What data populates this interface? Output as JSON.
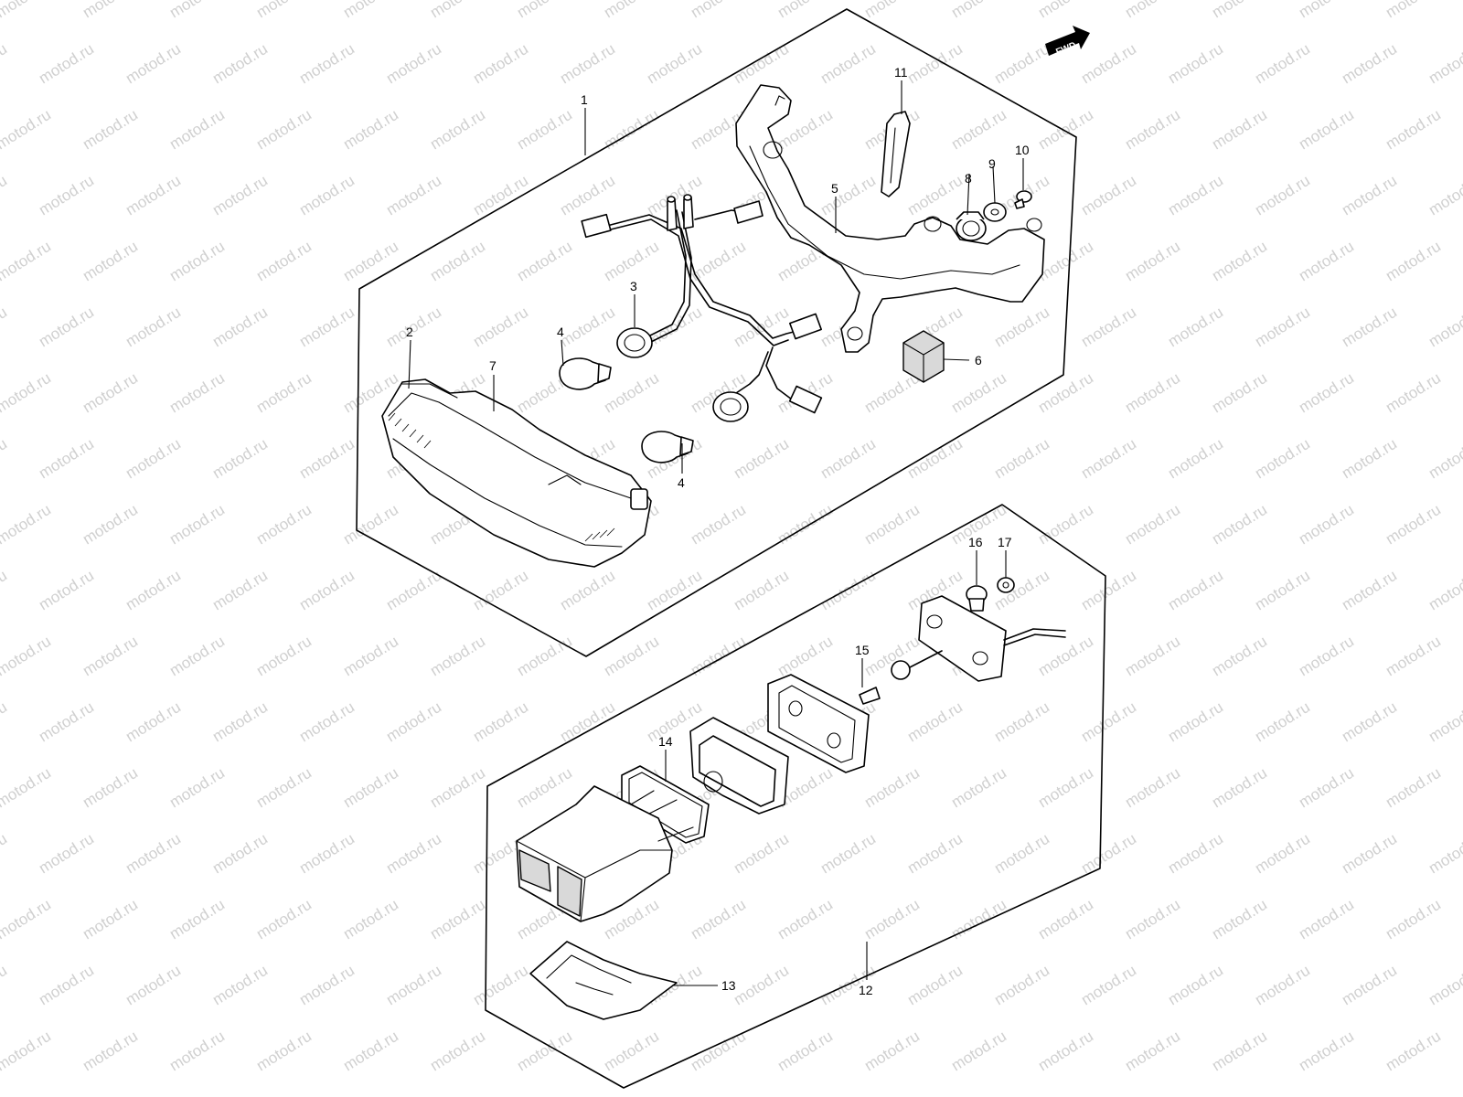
{
  "watermark": "motod.ru",
  "fwd_label": "FWD",
  "callouts": {
    "p1": "1",
    "p2": "2",
    "p3": "3",
    "p4a": "4",
    "p4b": "4",
    "p5": "5",
    "p6": "6",
    "p7": "7",
    "p8": "8",
    "p9": "9",
    "p10": "10",
    "p11": "11",
    "p12": "12",
    "p13": "13",
    "p14": "14",
    "p15": "15",
    "p16": "16",
    "p17": "17"
  },
  "colors": {
    "line": "#000000",
    "watermark": "#d0d0d0",
    "background": "#ffffff"
  }
}
